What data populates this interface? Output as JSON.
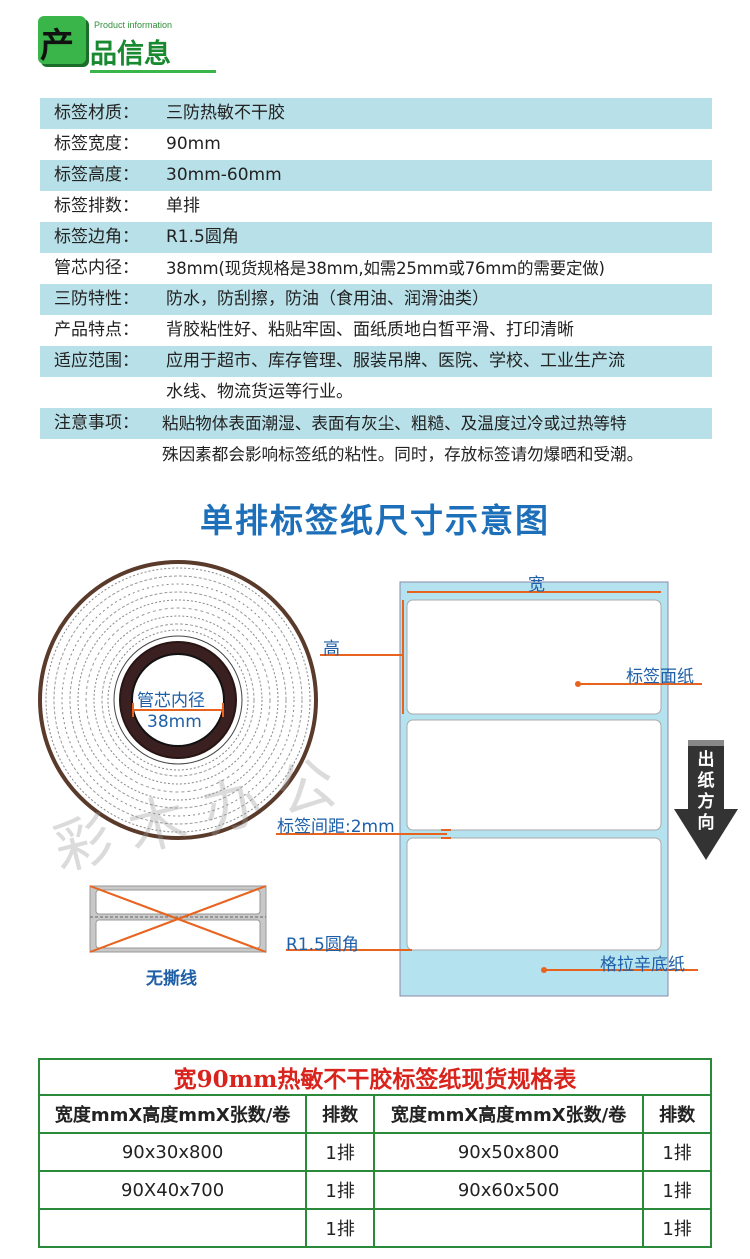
{
  "header": {
    "badge": "产",
    "title": "品信息",
    "subtitle_en": "Product information"
  },
  "info": [
    {
      "key": "标签材质：",
      "value": "三防热敏不干胶",
      "hl": true
    },
    {
      "key": "标签宽度：",
      "value": "90mm",
      "hl": false
    },
    {
      "key": "标签高度：",
      "value": "30mm-60mm",
      "hl": true
    },
    {
      "key": "标签排数：",
      "value": "单排",
      "hl": false
    },
    {
      "key": "标签边角：",
      "value": "R1.5圆角",
      "hl": true
    },
    {
      "key": "管芯内径：",
      "value": "38mm(现货规格是38mm,如需25mm或76mm的需要定做)",
      "hl": false
    },
    {
      "key": "三防特性：",
      "value": "防水，防刮擦，防油（食用油、润滑油类）",
      "hl": true
    },
    {
      "key": "产品特点：",
      "value": "背胶粘性好、粘贴牢固、面纸质地白皙平滑、打印清晰",
      "hl": false
    },
    {
      "key": "适应范围：",
      "value": "应用于超市、库存管理、服装吊牌、医院、学校、工业生产流",
      "value2": "水线、物流货运等行业。",
      "hl": true
    },
    {
      "key": "注意事项：",
      "value": "粘贴物体表面潮湿、表面有灰尘、粗糙、及温度过冷或过热等特",
      "value2": "殊因素都会影响标签纸的粘性。同时，存放标签请勿爆晒和受潮。",
      "hl": true
    }
  ],
  "diagram": {
    "title": "单排标签纸尺寸示意图",
    "core_label": "管芯内径",
    "core_value": "38mm",
    "width_label": "宽",
    "height_label": "高",
    "face_label": "标签面纸",
    "gap_label": "标签间距:2mm",
    "corner_label": "R1.5圆角",
    "backing_label": "格拉辛底纸",
    "no_tear_label": "无撕线",
    "direction_label": [
      "出",
      "纸",
      "方",
      "向"
    ],
    "watermark": "彩 木 办 公"
  },
  "spec": {
    "caption": "宽90mm热敏不干胶标签纸现货规格表",
    "headers": [
      "宽度mmX高度mmX张数/卷",
      "排数",
      "宽度mmX高度mmX张数/卷",
      "排数"
    ],
    "rows": [
      [
        "90x30x800",
        "1排",
        "90x50x800",
        "1排"
      ],
      [
        "90X40x700",
        "1排",
        "90x60x500",
        "1排"
      ],
      [
        "",
        "1排",
        "",
        "1排"
      ]
    ]
  },
  "colors": {
    "green": "#39b54a",
    "band": "#b8e0e8",
    "blue": "#1c6fb8",
    "red": "#d8241c",
    "orange": "#e8641e",
    "liner": "#b4e2ee"
  }
}
